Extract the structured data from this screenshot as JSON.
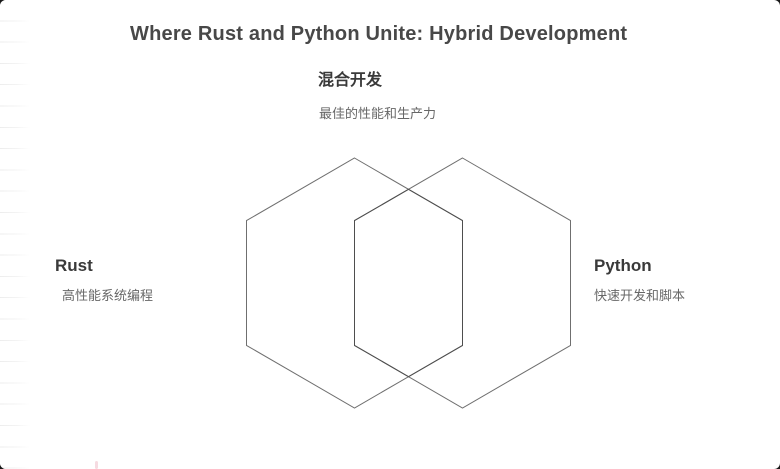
{
  "page": {
    "title": "Where Rust and Python Unite: Hybrid Development"
  },
  "venn": {
    "intersection": {
      "title": "混合开发",
      "subtitle": "最佳的性能和生产力"
    },
    "left": {
      "title": "Rust",
      "subtitle": "高性能系统编程"
    },
    "right": {
      "title": "Python",
      "subtitle": "快速开发和脚本"
    }
  },
  "colors": {
    "background": "#181818",
    "card": "#ffffff",
    "title_text": "#484848",
    "heading_text": "#3a3a3a",
    "subtitle_text": "#676767",
    "hexagon_stroke": "#6f6f6f",
    "intersection_stroke": "#4e4e4e",
    "stripe_line": "#ededed",
    "stray_mark": "#f6dbe1"
  }
}
